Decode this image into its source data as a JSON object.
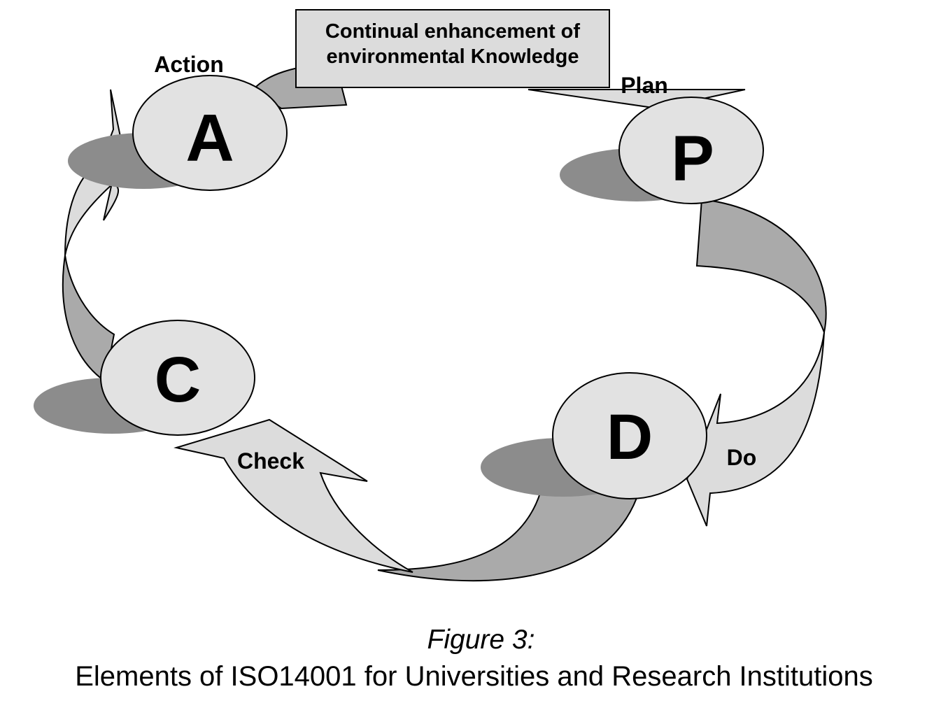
{
  "diagram": {
    "title_box": {
      "line1": "Continual enhancement of",
      "line2": "environmental Knowledge"
    },
    "phases": [
      {
        "letter": "A",
        "label": "Action"
      },
      {
        "letter": "P",
        "label": "Plan"
      },
      {
        "letter": "D",
        "label": "Do"
      },
      {
        "letter": "C",
        "label": "Check"
      }
    ],
    "colors": {
      "circle_fill": "#e2e2e2",
      "arrow_light": "#dcdcdc",
      "arrow_dark": "#aaaaaa",
      "shadow": "#8c8c8c",
      "box_fill": "#dcdcdc"
    }
  },
  "caption": {
    "line1": "Figure 3:",
    "line2": "Elements of ISO14001 for Universities and Research Institutions"
  }
}
